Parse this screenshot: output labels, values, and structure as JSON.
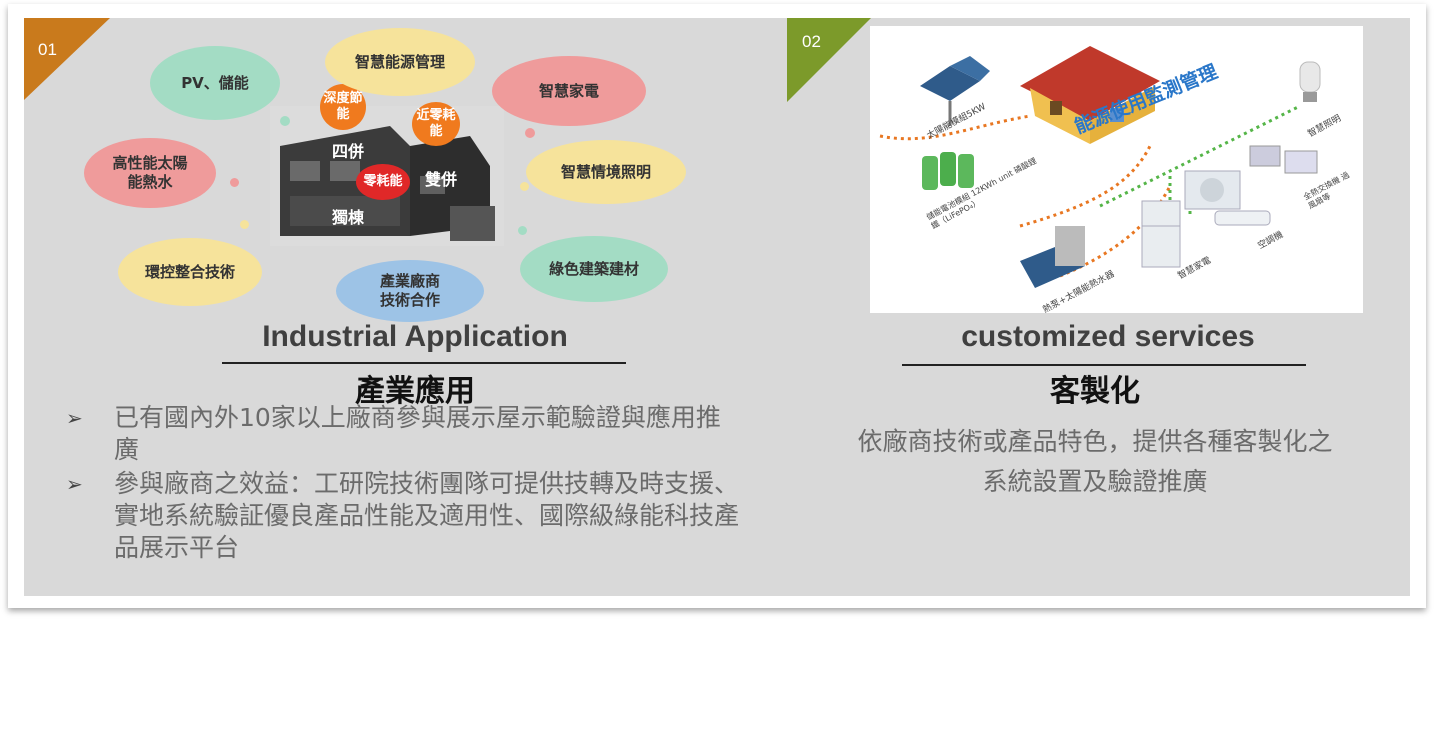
{
  "left": {
    "number": "01",
    "title_en": "Industrial Application",
    "title_zh": "產業應用",
    "bullets": [
      "已有國內外10家以上廠商參與展示屋示範驗證與應用推廣",
      "參與廠商之效益：工研院技術團隊可提供技轉及時支援、實地系統驗証優良產品性能及適用性、國際級綠能科技產品展示平台"
    ],
    "diagram": {
      "bubbles": [
        "PV、儲能",
        "智慧能源管理",
        "智慧家電",
        "高性能太陽能熱水",
        "智慧情境照明",
        "環控整合技術",
        "產業廠商技術合作",
        "綠色建築建材"
      ],
      "tags": [
        "深度節能",
        "近零耗能",
        "零耗能"
      ],
      "building_labels": [
        "四併",
        "雙併",
        "獨棟"
      ]
    },
    "colors": {
      "corner": "#c97a1c"
    }
  },
  "right": {
    "number": "02",
    "title_en": "customized services",
    "title_zh": "客製化",
    "description": "依廠商技術或產品特色，提供各種客製化之系統設置及驗證推廣",
    "diagram": {
      "title": "能源使用監測管理",
      "labels": [
        "太陽能模組5KW",
        "儲能電池模組 12KWh unit 磷酸鋰鐵（LiFePO₄）",
        "智慧照明",
        "全熱交換機 過風扇等",
        "空調機",
        "智慧家電",
        "熱泵+太陽能熱水器"
      ]
    },
    "colors": {
      "corner": "#7c9a2a"
    }
  },
  "icons": [
    "arrow-bullet-icon",
    "house-icon",
    "solar-panel-icon",
    "battery-icon",
    "light-bulb-icon",
    "air-conditioner-icon",
    "refrigerator-icon",
    "water-heater-icon"
  ]
}
